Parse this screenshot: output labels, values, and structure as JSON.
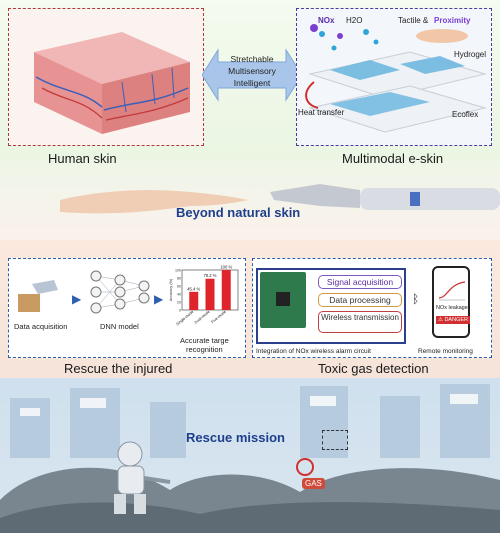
{
  "top": {
    "left_caption": "Human skin",
    "right_caption": "Multimodal e-skin",
    "features": [
      "Stretchable",
      "Multisensory",
      "Intelligent"
    ],
    "labels": {
      "nox": "NOx",
      "h2o": "H2O",
      "tactile": "Tactile &",
      "proximity": "Proximity",
      "hydrogel": "Hydrogel",
      "heat": "Heat transfer",
      "ecoflex": "Ecoflex"
    }
  },
  "middle": {
    "title": "Beyond natural skin"
  },
  "rescue": {
    "caption": "Rescue the injured",
    "data_acq": "Data acquisition",
    "dnn": "DNN model",
    "chart_caption": [
      "Accurate targe",
      "recognition"
    ],
    "chart_data": {
      "type": "bar",
      "categories": [
        "Single-mode",
        "Dual-mode",
        "Five-mode"
      ],
      "values": [
        45.4,
        78.2,
        100
      ],
      "value_labels": [
        "45.4 %",
        "78.2 %",
        "100 %"
      ],
      "ylabel": "Accuracy (%)",
      "ylim": [
        0,
        100
      ],
      "yticks": [
        "0",
        "20",
        "40",
        "60",
        "80",
        "100"
      ],
      "color": "#e0242b"
    }
  },
  "gas": {
    "caption": "Toxic gas detection",
    "steps": [
      "Signal acquisition",
      "Data processing",
      "Wireless transmission"
    ],
    "integration": "Integration of NOx wireless alarm circuit",
    "remote": "Remote monitoring",
    "leakage": "NOx leakage",
    "danger": "⚠ DANGER"
  },
  "bottom": {
    "title": "Rescue mission",
    "gas_tag": "GAS"
  },
  "colors": {
    "red_dash": "#b03a3a",
    "purple_dash": "#4b3aa0",
    "title_blue": "#1e3f8c",
    "bar_red": "#e0242b"
  }
}
